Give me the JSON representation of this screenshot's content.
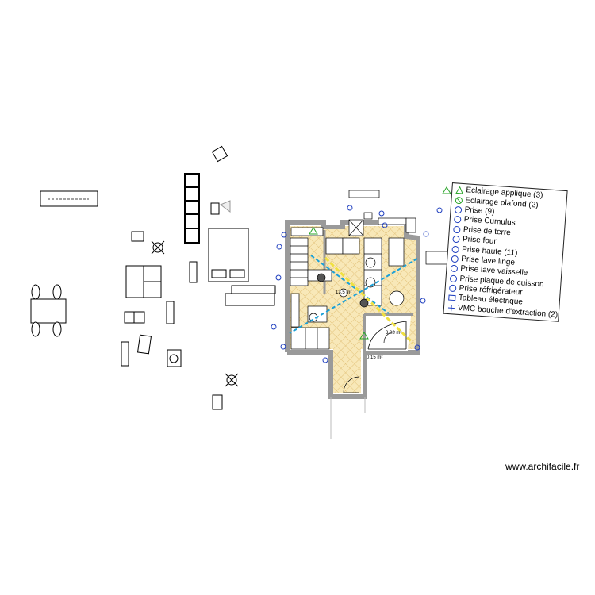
{
  "plan": {
    "area_main": "13.5 m²",
    "area_bath": "3.98 m²",
    "area_small": "0.15 m²",
    "watermark": "www.archifacile.fr"
  },
  "legend": {
    "items": [
      {
        "label": "Eclairage applique (3)",
        "icon": "wall-light-icon",
        "color": "#2aa52a"
      },
      {
        "label": "Eclairage plafond (2)",
        "icon": "ceiling-light-icon",
        "color": "#2aa52a"
      },
      {
        "label": "Prise (9)",
        "icon": "socket-icon",
        "color": "#1f3fbf"
      },
      {
        "label": "Prise Cumulus",
        "icon": "socket-icon",
        "color": "#1f3fbf"
      },
      {
        "label": "Prise de terre",
        "icon": "socket-icon",
        "color": "#1f3fbf"
      },
      {
        "label": "Prise four",
        "icon": "socket-icon",
        "color": "#1f3fbf"
      },
      {
        "label": "Prise haute (11)",
        "icon": "socket-icon",
        "color": "#1f3fbf"
      },
      {
        "label": "Prise lave linge",
        "icon": "socket-icon",
        "color": "#1f3fbf"
      },
      {
        "label": "Prise lave vaisselle",
        "icon": "socket-icon",
        "color": "#1f3fbf"
      },
      {
        "label": "Prise plaque de cuisson",
        "icon": "socket-icon",
        "color": "#1f3fbf"
      },
      {
        "label": "Prise réfrigérateur",
        "icon": "socket-icon",
        "color": "#1f3fbf"
      },
      {
        "label": "Tableau électrique",
        "icon": "panel-icon",
        "color": "#1f3fbf"
      },
      {
        "label": "VMC bouche d'extraction (2)",
        "icon": "vent-icon",
        "color": "#1f3fbf"
      }
    ]
  },
  "colors": {
    "wall": "#9a9a9a",
    "floor_tile": "#f2dca0",
    "socket": "#1f3fbf",
    "light": "#2aa52a",
    "dimension": "#1aa0d8",
    "highlight": "#f0e040"
  }
}
